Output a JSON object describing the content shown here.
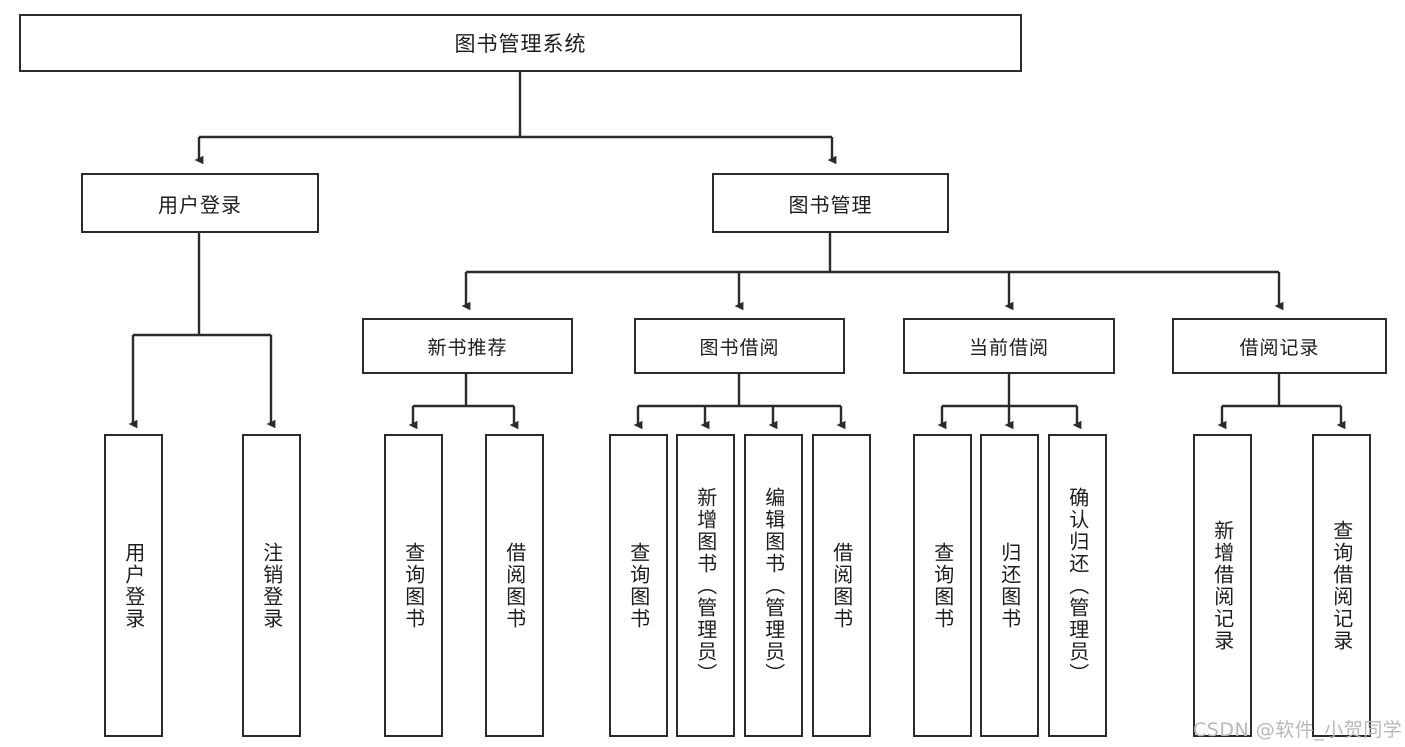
{
  "diagram": {
    "title": "图书管理系统",
    "watermark": "CSDN @软件_小贺同学",
    "colors": {
      "border": "#2b2b2b",
      "line": "#2b2b2b",
      "background": "#ffffff",
      "watermark": "#b9b9b9"
    },
    "root": {
      "label": "图书管理系统"
    },
    "level2": [
      {
        "label": "用户登录"
      },
      {
        "label": "图书管理"
      }
    ],
    "level3": [
      {
        "label": "新书推荐"
      },
      {
        "label": "图书借阅"
      },
      {
        "label": "当前借阅"
      },
      {
        "label": "借阅记录"
      }
    ],
    "leaves": {
      "user_login": [
        {
          "label": "用户登录"
        },
        {
          "label": "注销登录"
        }
      ],
      "new_book": [
        {
          "label": "查询图书"
        },
        {
          "label": "借阅图书"
        }
      ],
      "book_borrow": [
        {
          "label": "查询图书"
        },
        {
          "label": "新增图书（管理员）"
        },
        {
          "label": "编辑图书（管理员）"
        },
        {
          "label": "借阅图书"
        }
      ],
      "current_borrow": [
        {
          "label": "查询图书"
        },
        {
          "label": "归还图书"
        },
        {
          "label": "确认归还（管理员）"
        }
      ],
      "borrow_record": [
        {
          "label": "新增借阅记录"
        },
        {
          "label": "查询借阅记录"
        }
      ]
    }
  }
}
